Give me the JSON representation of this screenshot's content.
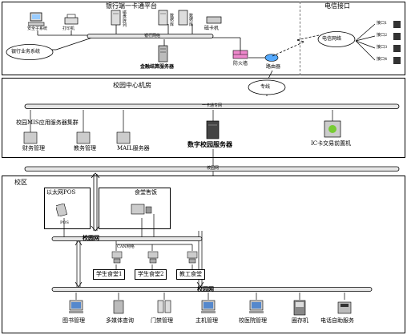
{
  "bank": {
    "title": "银行端一卡通平台",
    "security_system": "安全子系统",
    "printer": "打印机",
    "hsm": "磁卡机",
    "db_server": "数据库",
    "sub_label": "磁盘阵列",
    "bank_system": "银行业务系统",
    "bank_net": "银行网络",
    "finance_server": "金融结算服务器",
    "firewall": "防火墙",
    "router": "路由器"
  },
  "telecom": {
    "title": "电信接口",
    "network": "电信网络",
    "ports": [
      "接口1",
      "接口2",
      "接口3",
      "接口4"
    ]
  },
  "center": {
    "title": "校园中心机房",
    "leased_line": "专线",
    "backbone": "一卡通专网",
    "mis_cluster": "校园MIS应用服务器集群",
    "finance": "财务管理",
    "academic": "教务管理",
    "mail": "MAIL服务器",
    "digital_server": "数字校园服务器",
    "ic_frontend": "IC卡交易前置机"
  },
  "campus_backbone": "校园网",
  "campus": {
    "title": "校区",
    "ethernet_pos": "以太网POS",
    "canteen_sales": "食堂售饭",
    "pos_small": "POS",
    "campus_net": "校园网",
    "can_bus": "CAN网络",
    "canteens": [
      "学生食堂1",
      "学生食堂2",
      "教工食堂"
    ],
    "campus_net2": "校园网",
    "services": [
      "图书管理",
      "多媒体查询",
      "门禁管理",
      "主机管理",
      "校医院管理",
      "圈存机",
      "电话自助服务"
    ]
  }
}
